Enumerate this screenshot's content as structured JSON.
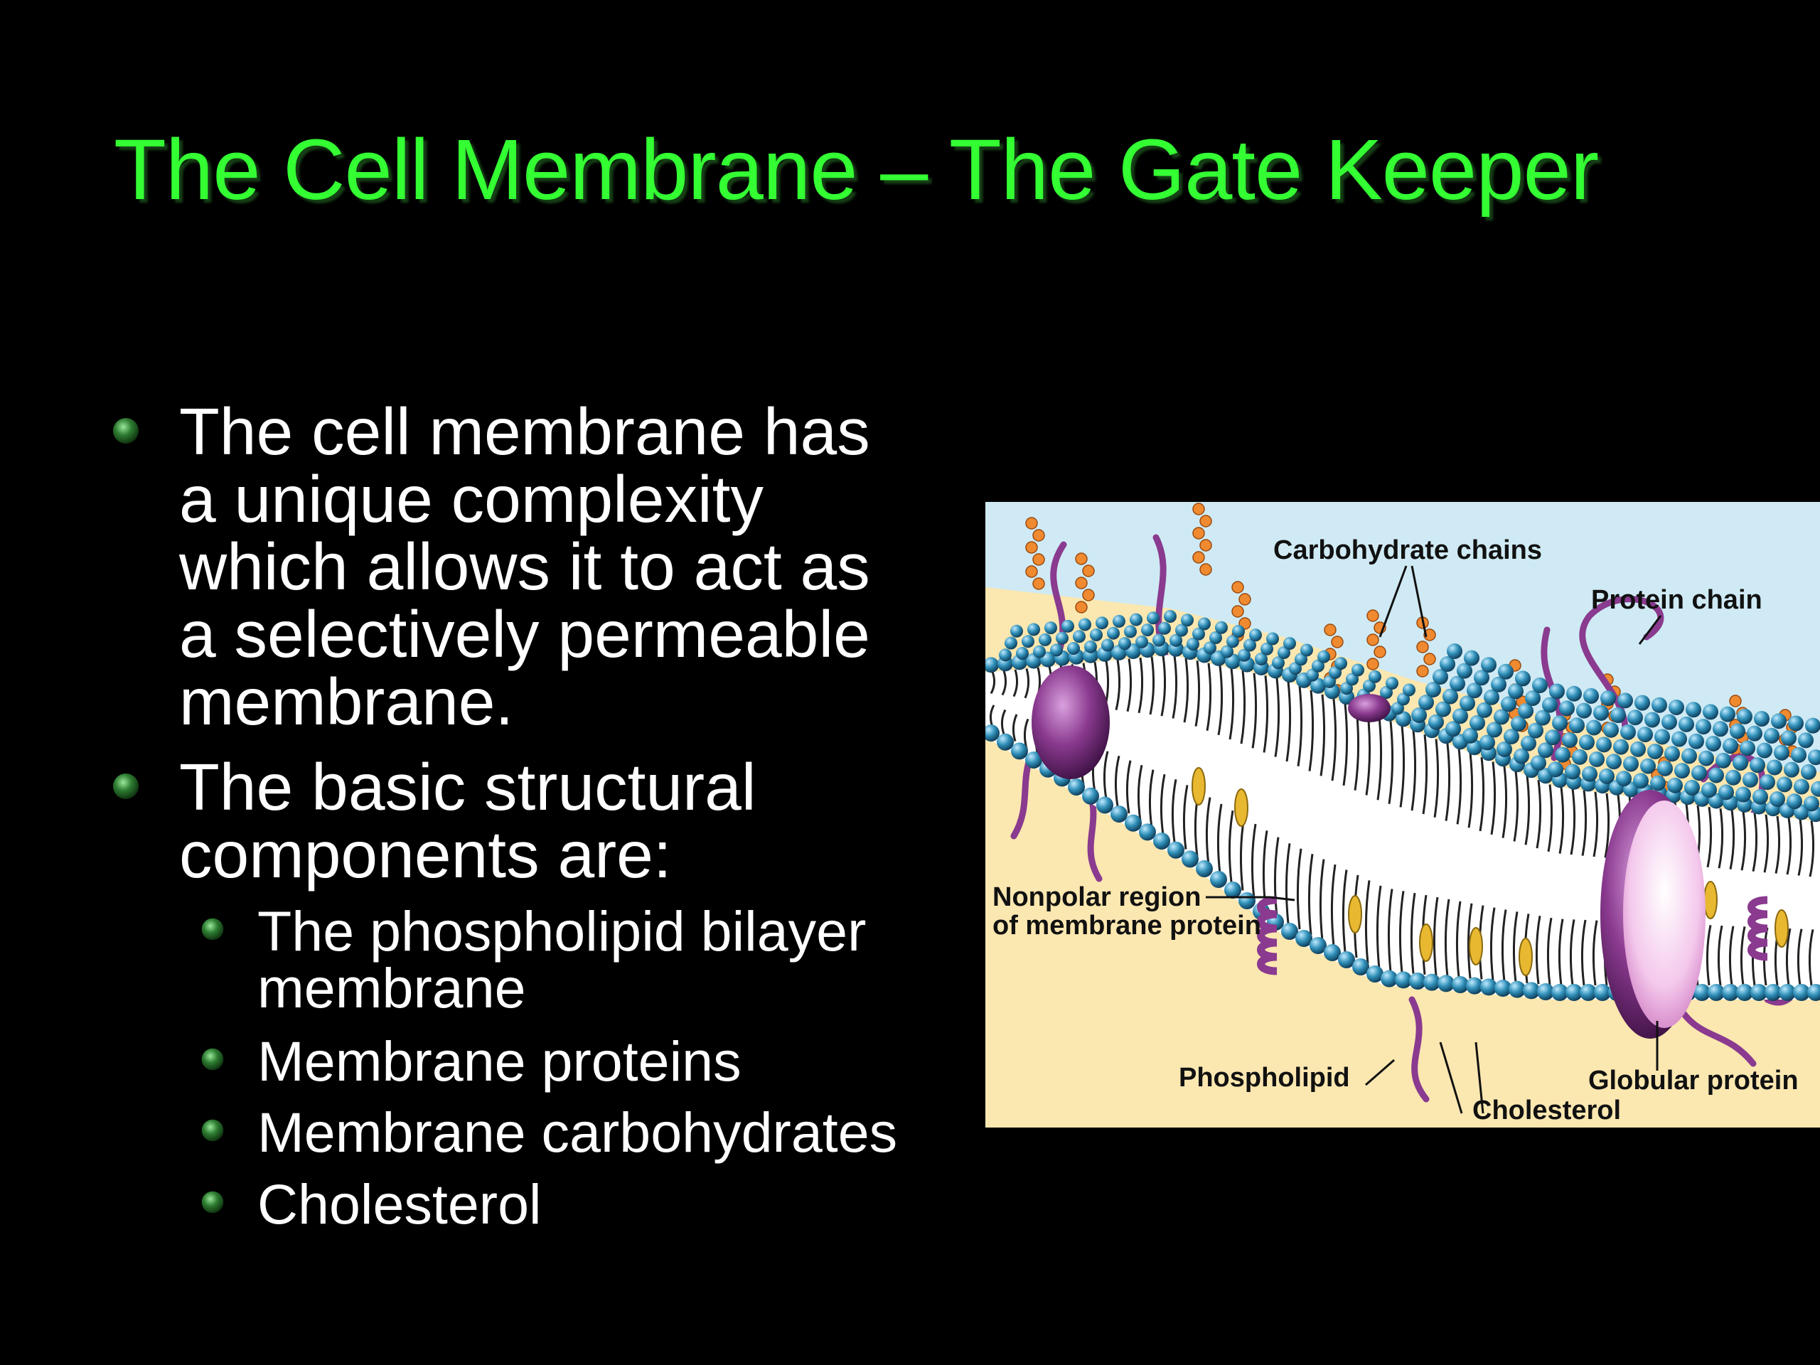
{
  "title": "The Cell Membrane – The Gate Keeper",
  "bullets": [
    {
      "lines": [
        "The cell membrane has",
        "a unique complexity",
        "which allows it to act as",
        "a selectively permeable",
        "membrane."
      ]
    },
    {
      "lines": [
        "The basic structural",
        "components are:"
      ],
      "sub": [
        {
          "lines": [
            "The phospholipid bilayer",
            "membrane"
          ]
        },
        {
          "lines": [
            "Membrane proteins"
          ]
        },
        {
          "lines": [
            "Membrane carbohydrates"
          ]
        },
        {
          "lines": [
            "Cholesterol"
          ]
        }
      ]
    }
  ],
  "diagram": {
    "labels": {
      "carbohydrate_chains": "Carbohydrate chains",
      "protein_chain": "Protein chain",
      "nonpolar_line1": "Nonpolar region",
      "nonpolar_line2": "of membrane protein",
      "phospholipid": "Phospholipid",
      "globular_protein": "Globular protein",
      "cholesterol": "Cholesterol"
    }
  },
  "colors": {
    "title": "#33ff33",
    "background": "#000000",
    "text": "#ffffff",
    "bullet": "#2e7d32",
    "phospholipid_head": "#2f8fb8",
    "protein": "#8a3a8f",
    "carbohydrate": "#f08a30",
    "cholesterol": "#e8b830"
  }
}
